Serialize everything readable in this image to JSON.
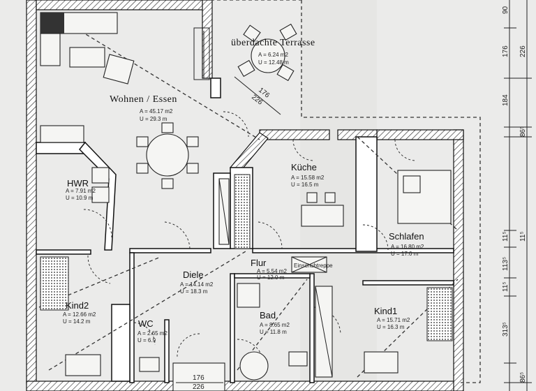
{
  "rooms": {
    "wohnen": {
      "name": "Wohnen / Essen",
      "area": "A = 45.17 m2",
      "perimeter": "U = 29.3 m"
    },
    "terrasse": {
      "name": "überdachte Terrasse",
      "area": "A = 6.24 m2",
      "perimeter": "U = 12.48 m"
    },
    "hwr": {
      "name": "HWR",
      "area": "A = 7.91 m2",
      "perimeter": "U = 10.9 m"
    },
    "kueche": {
      "name": "Küche",
      "area": "A = 15.58 m2",
      "perimeter": "U = 16.5 m"
    },
    "schlafen": {
      "name": "Schlafen",
      "area": "A = 16.80 m2",
      "perimeter": "U = 17.0 m"
    },
    "flur": {
      "name": "Flur",
      "area": "A = 5.54 m2",
      "perimeter": "U = 12.0 m"
    },
    "diele": {
      "name": "Diele",
      "area": "A = 14.14 m2",
      "perimeter": "U = 18.3 m"
    },
    "kind2": {
      "name": "Kind2",
      "area": "A = 12.66 m2",
      "perimeter": "U = 14.2 m"
    },
    "wc": {
      "name": "WC",
      "area": "A = 2.65 m2",
      "perimeter": "U = 6.9"
    },
    "bad": {
      "name": "Bad",
      "area": "A = 8.65 m2",
      "perimeter": "U = 11.8 m"
    },
    "kind1": {
      "name": "Kind1",
      "area": "A = 15.71 m2",
      "perimeter": "U = 16.3 m"
    }
  },
  "labels": {
    "stair": "Einschubtreppe",
    "terrace_dim_top": "176",
    "terrace_dim_bottom": "226",
    "entry_dim_top": "176",
    "entry_dim_bottom": "226"
  },
  "dimensions_right": {
    "d90": "90",
    "d176": "176",
    "d226": "226",
    "d184": "184",
    "d865a": "86⁵",
    "d115a": "11⁵",
    "d115b": "11⁵",
    "d1135": "113⁵",
    "d115c": "11⁵",
    "d3135": "313⁵",
    "d865b": "86⁵"
  }
}
